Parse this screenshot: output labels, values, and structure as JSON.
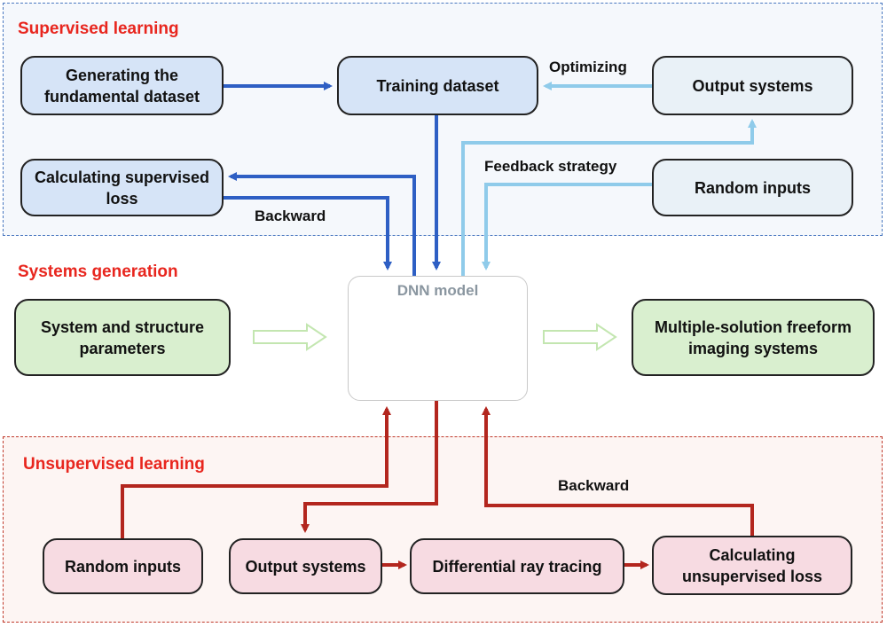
{
  "regions": {
    "supervised": "Supervised learning",
    "generation": "Systems generation",
    "unsupervised": "Unsupervised learning"
  },
  "nodes": {
    "generating_dataset": "Generating the fundamental dataset",
    "training_dataset": "Training dataset",
    "output_systems_top": "Output systems",
    "supervised_loss": "Calculating supervised loss",
    "random_inputs_top": "Random inputs",
    "system_params": "System and structure parameters",
    "dnn_model": "DNN model",
    "multi_solution": "Multiple-solution freeform imaging systems",
    "random_inputs_bottom": "Random inputs",
    "output_systems_bottom": "Output systems",
    "ray_tracing": "Differential ray tracing",
    "unsupervised_loss": "Calculating unsupervised loss"
  },
  "edge_labels": {
    "optimizing": "Optimizing",
    "feedback": "Feedback strategy",
    "backward_top": "Backward",
    "backward_bottom": "Backward"
  },
  "colors": {
    "blue_arrow": "#2e5fc4",
    "lightblue_arrow": "#8fcbea",
    "red_arrow": "#b3261e",
    "green_arrow": "#c3e6b0"
  }
}
